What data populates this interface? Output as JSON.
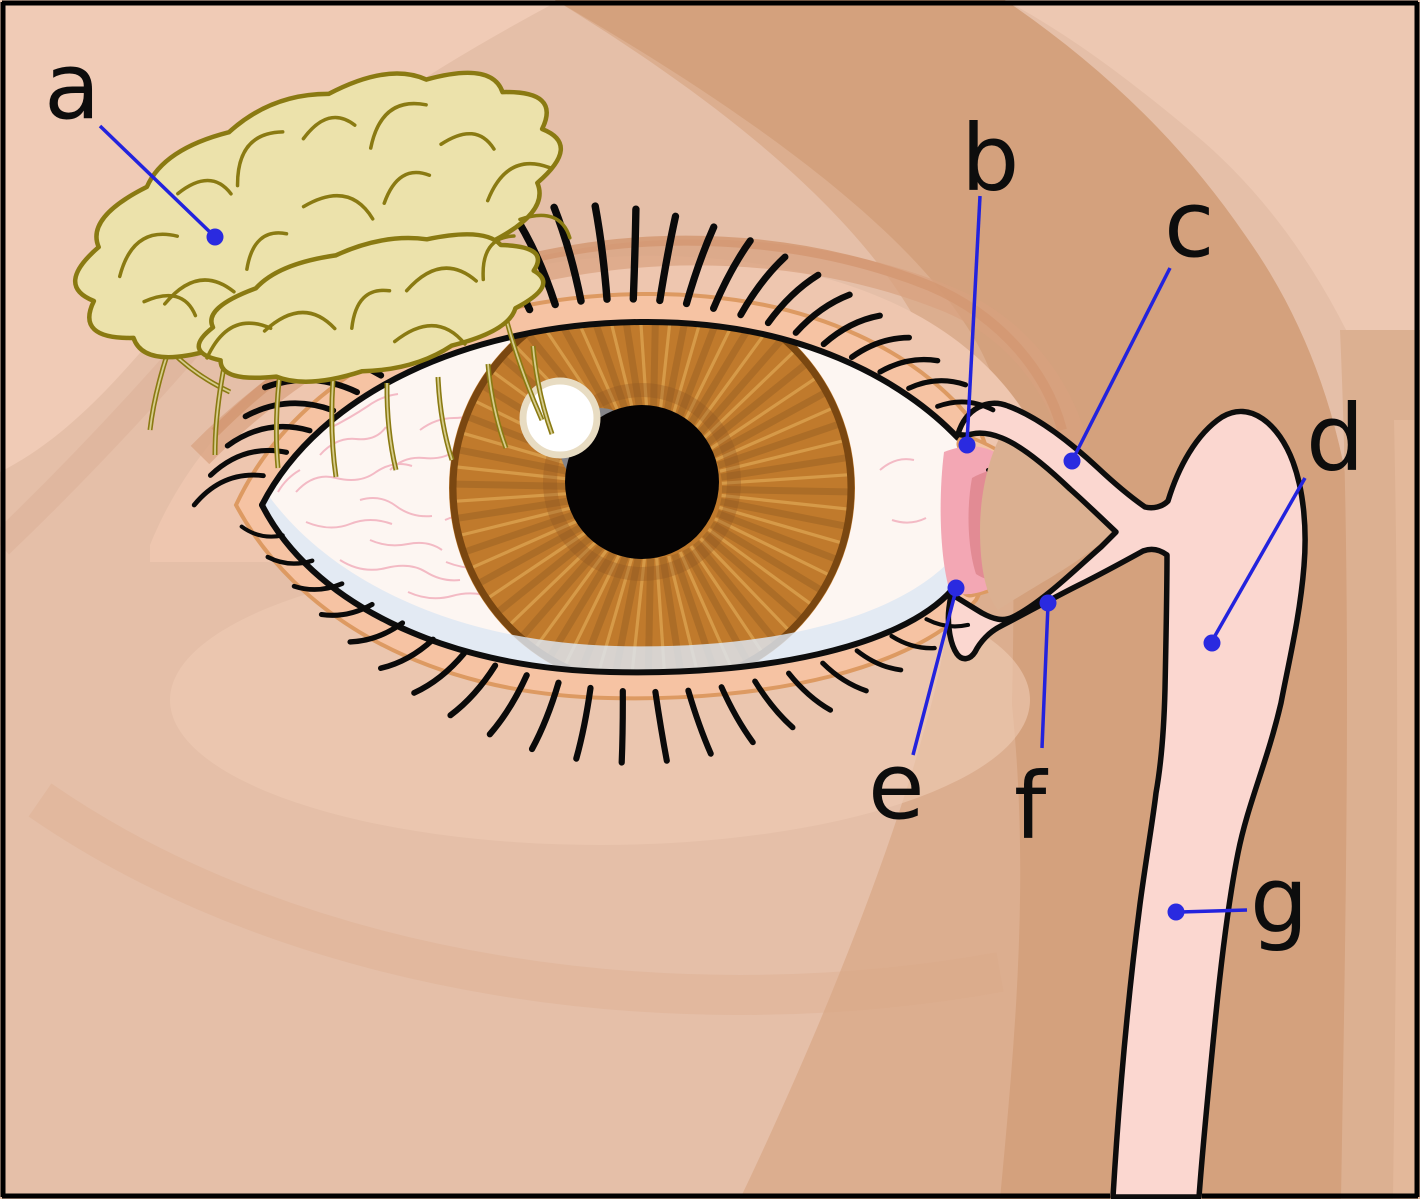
{
  "figure": {
    "kind": "anatomical diagram",
    "subject": "eye with lacrimal apparatus, letter-keyed callouts"
  },
  "labels": [
    {
      "id": "a",
      "text": "a"
    },
    {
      "id": "b",
      "text": "b"
    },
    {
      "id": "c",
      "text": "c"
    },
    {
      "id": "d",
      "text": "d"
    },
    {
      "id": "e",
      "text": "e"
    },
    {
      "id": "f",
      "text": "f"
    },
    {
      "id": "g",
      "text": "g"
    }
  ],
  "colors": {
    "skin_base": "#e5bfa8",
    "skin_light_topleft": "#f0cbb6",
    "skin_light_topright": "#edc8b2",
    "skin_medium": "#dcae8f",
    "skin_dark": "#d4a17d",
    "eyelid_rim": "#f6c3a3",
    "rim_outline": "#dd9a62",
    "sclera": "#fdf6f2",
    "sclera_vein": "#f2b4c0",
    "conjunctiva_band": "#dde6f3",
    "iris_base": "#c07a2c",
    "iris_spoke_dark": "#9a6123",
    "iris_spoke_light": "#daa04e",
    "pupil": "#050303",
    "highlight_ring": "#e8dcc2",
    "caruncle_light": "#f3a7b4",
    "caruncle_dark": "#e28b94",
    "gland_fill": "#ece2ab",
    "gland_outline": "#8a7a12",
    "duct_fill": "#fbd7d0",
    "outline_black": "#0d0d0d",
    "leader_blue": "#2323dd"
  }
}
